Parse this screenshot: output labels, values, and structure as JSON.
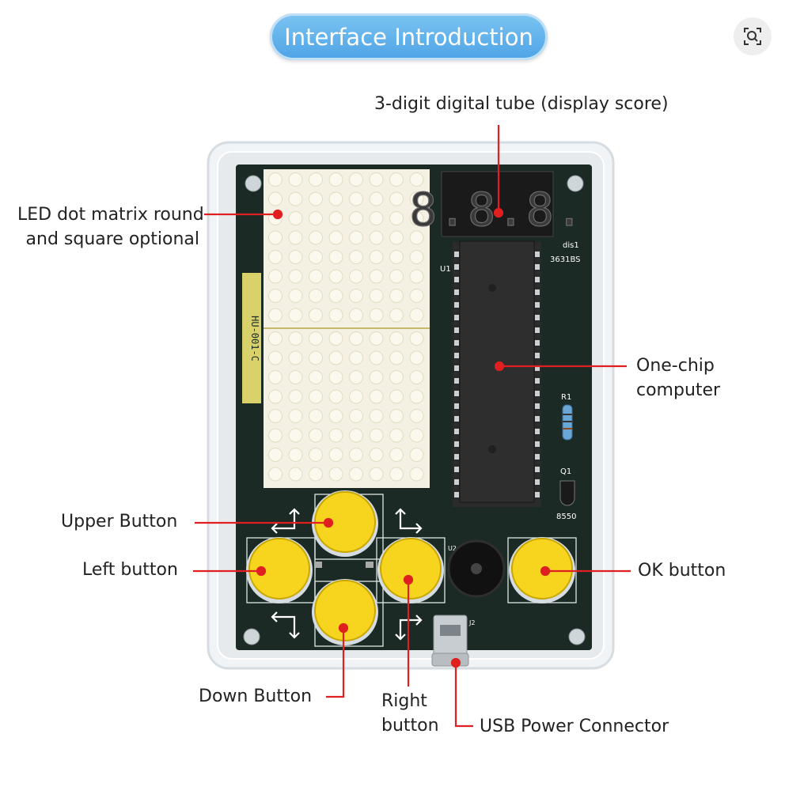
{
  "header": {
    "title": "Interface Introduction"
  },
  "toolbar": {
    "zoom_icon": "zoom-in-icon"
  },
  "display": {
    "digits": "8.8.8."
  },
  "board_text": {
    "dis1": "dis1",
    "part_no": "3631BS",
    "u1": "U1",
    "r1": "R1",
    "q1": "Q1",
    "transistor": "8550",
    "u2": "U2",
    "j2": "J2",
    "side_label": "HU-001-C"
  },
  "labels": {
    "digital_tube": "3-digit digital tube (display score)",
    "led_line1": "LED dot matrix round",
    "led_line2": "and square optional",
    "mcu_line1": "One-chip",
    "mcu_line2": "computer",
    "upper": "Upper Button",
    "left": "Left button",
    "ok": "OK button",
    "down": "Down Button",
    "right_line1": "Right",
    "right_line2": "button",
    "usb": "USB Power Connector"
  },
  "colors": {
    "accent": "#4ea3e6",
    "board": "#1c2a26",
    "button": "#f7d51e",
    "leader": "#e02020"
  }
}
